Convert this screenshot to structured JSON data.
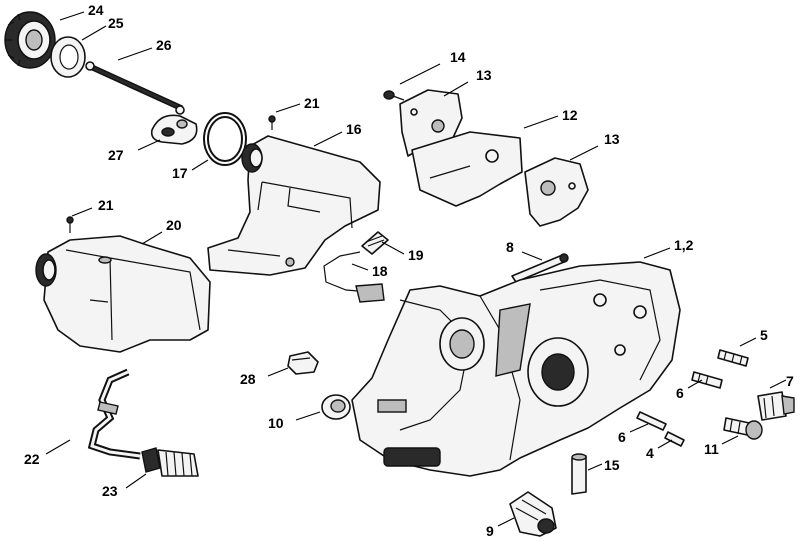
{
  "diagram": {
    "callouts": [
      {
        "id": "c24",
        "label": "24"
      },
      {
        "id": "c25",
        "label": "25"
      },
      {
        "id": "c26",
        "label": "26"
      },
      {
        "id": "c27",
        "label": "27"
      },
      {
        "id": "c17",
        "label": "17"
      },
      {
        "id": "c21a",
        "label": "21"
      },
      {
        "id": "c16",
        "label": "16"
      },
      {
        "id": "c14",
        "label": "14"
      },
      {
        "id": "c13a",
        "label": "13"
      },
      {
        "id": "c12",
        "label": "12"
      },
      {
        "id": "c13b",
        "label": "13"
      },
      {
        "id": "c21b",
        "label": "21"
      },
      {
        "id": "c20",
        "label": "20"
      },
      {
        "id": "c19",
        "label": "19"
      },
      {
        "id": "c18",
        "label": "18"
      },
      {
        "id": "c8",
        "label": "8"
      },
      {
        "id": "c1_2",
        "label": "1,2"
      },
      {
        "id": "c28",
        "label": "28"
      },
      {
        "id": "c10",
        "label": "10"
      },
      {
        "id": "c5",
        "label": "5"
      },
      {
        "id": "c6a",
        "label": "6"
      },
      {
        "id": "c7",
        "label": "7"
      },
      {
        "id": "c6b",
        "label": "6"
      },
      {
        "id": "c4",
        "label": "4"
      },
      {
        "id": "c11",
        "label": "11"
      },
      {
        "id": "c15",
        "label": "15"
      },
      {
        "id": "c9",
        "label": "9"
      },
      {
        "id": "c22",
        "label": "22"
      },
      {
        "id": "c23",
        "label": "23"
      }
    ]
  }
}
